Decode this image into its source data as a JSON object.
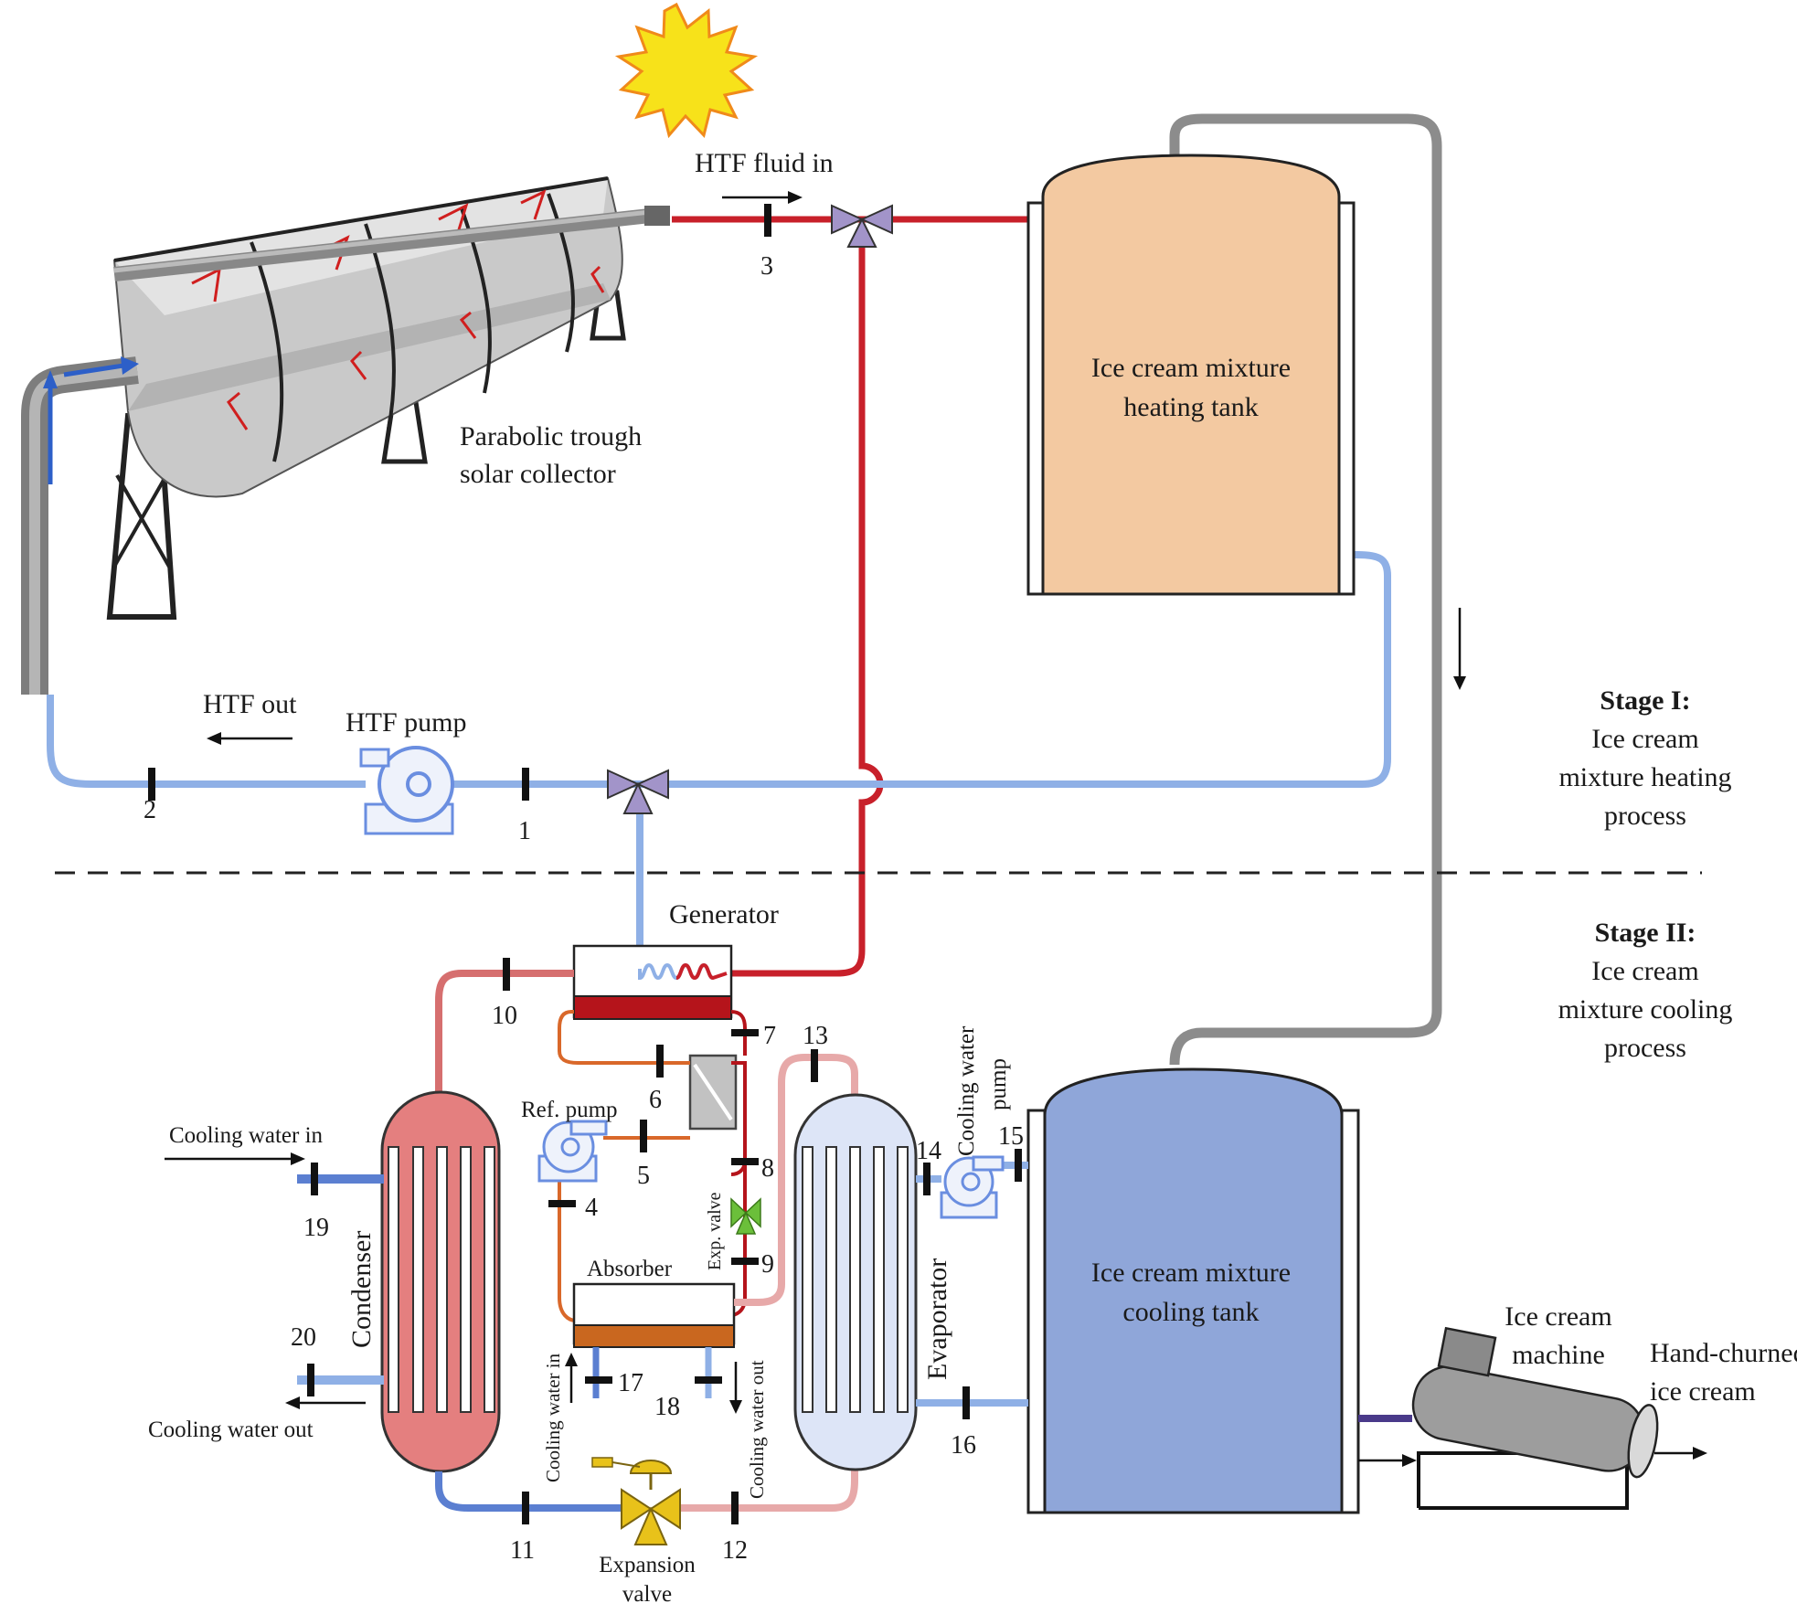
{
  "labels": {
    "htf_fluid_in": "HTF fluid in",
    "collector_line1": "Parabolic trough",
    "collector_line2": "solar collector",
    "heating_tank_line1": "Ice cream mixture",
    "heating_tank_line2": "heating tank",
    "htf_out": "HTF out",
    "htf_pump": "HTF pump",
    "stage1_title": "Stage I:",
    "stage1_line1": "Ice cream",
    "stage1_line2": "mixture heating",
    "stage1_line3": "process",
    "stage2_title": "Stage II:",
    "stage2_line1": "Ice cream",
    "stage2_line2": "mixture cooling",
    "stage2_line3": "process",
    "generator": "Generator",
    "ref_pump": "Ref. pump",
    "cooling_water_in": "Cooling water in",
    "cooling_water_out": "Cooling water out",
    "condenser": "Condenser",
    "absorber": "Absorber",
    "exp_valve": "Exp. valve",
    "evaporator": "Evaporator",
    "cooling_water_pump_line1": "Cooling water",
    "cooling_water_pump_line2": "pump",
    "cooling_tank_line1": "Ice cream mixture",
    "cooling_tank_line2": "cooling tank",
    "ice_cream_machine_line1": "Ice cream",
    "ice_cream_machine_line2": "machine",
    "hand_churned_line1": "Hand-churned",
    "hand_churned_line2": "ice cream",
    "absorber_cw_in": "Cooling water in",
    "absorber_cw_out": "Cooling water out",
    "expansion_valve_line1": "Expansion",
    "expansion_valve_line2": "valve"
  },
  "states": {
    "s1": "1",
    "s2": "2",
    "s3": "3",
    "s4": "4",
    "s5": "5",
    "s6": "6",
    "s7": "7",
    "s8": "8",
    "s9": "9",
    "s10": "10",
    "s11": "11",
    "s12": "12",
    "s13": "13",
    "s14": "14",
    "s15": "15",
    "s16": "16",
    "s17": "17",
    "s18": "18",
    "s19": "19",
    "s20": "20"
  },
  "colors": {
    "hot_pipe": "#c8202a",
    "cold_pipe": "#8fb0e6",
    "grey_pipe": "#8c8c8c",
    "refrigerant": "#d9682a",
    "light_red_pipe": "#e7a9a9",
    "heating_tank_fill": "#f3c9a1",
    "cooling_tank_fill": "#8fa6d9",
    "condenser_fill": "#e47f7f",
    "evaporator_fill": "#dde5f7",
    "sun": "#f7e21a",
    "sun_outline": "#f08a1a"
  }
}
